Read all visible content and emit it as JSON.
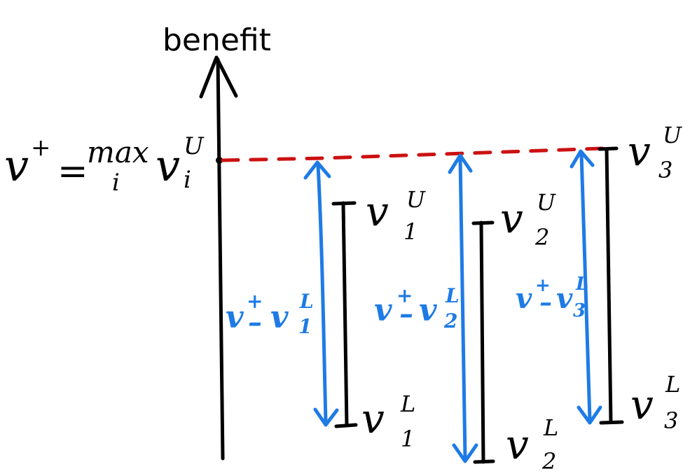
{
  "colors": {
    "ink": "#000000",
    "arrow": "#1e7be6",
    "dashed": "#cc1111"
  },
  "axis": {
    "title": "benefit"
  },
  "top_label": {
    "lhs": "v",
    "lhs_sup": "+",
    "equals": "=",
    "op": "max",
    "op_sub": "i",
    "rhs": "v",
    "rhs_sup": "U",
    "rhs_sub": "i"
  },
  "intervals": [
    {
      "upper": {
        "base": "v",
        "sup": "U",
        "sub": "1"
      },
      "lower": {
        "base": "v",
        "sup": "L",
        "sub": "1"
      },
      "gap": {
        "base": "v",
        "sup": "+",
        "minus": "–",
        "base2": "v",
        "sup2": "L",
        "sub2": "1"
      }
    },
    {
      "upper": {
        "base": "v",
        "sup": "U",
        "sub": "2"
      },
      "lower": {
        "base": "v",
        "sup": "L",
        "sub": "2"
      },
      "gap": {
        "base": "v",
        "sup": "+",
        "minus": "–",
        "base2": "v",
        "sup2": "L",
        "sub2": "2"
      }
    },
    {
      "upper": {
        "base": "v",
        "sup": "U",
        "sub": "3"
      },
      "lower": {
        "base": "v",
        "sup": "L",
        "sub": "3"
      },
      "gap": {
        "base": "v",
        "sup": "+",
        "minus": "–",
        "base2": "v",
        "sup2": "L",
        "sub2": "3"
      }
    }
  ]
}
